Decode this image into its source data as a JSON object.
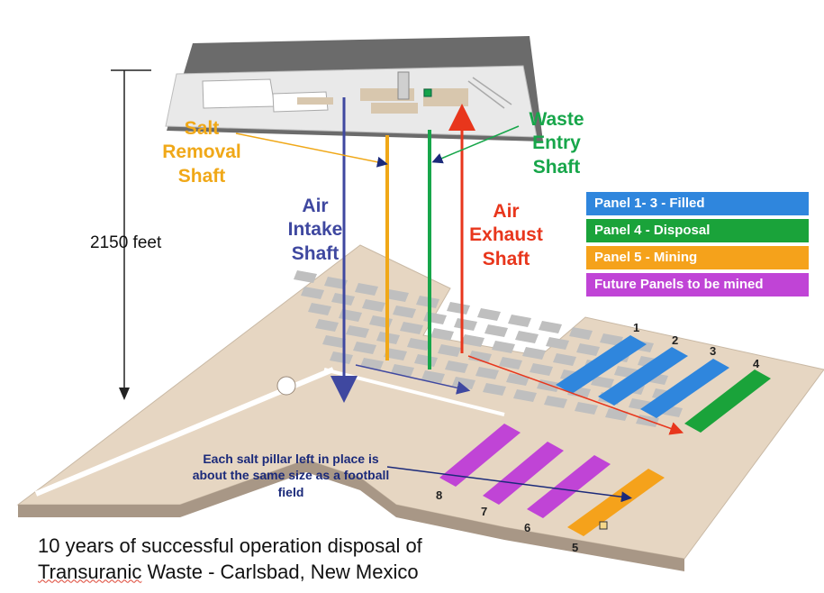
{
  "shafts": {
    "salt": [
      "Salt",
      "Removal",
      "Shaft"
    ],
    "air_intake": [
      "Air",
      "Intake",
      "Shaft"
    ],
    "waste_entry": [
      "Waste",
      "Entry",
      "Shaft"
    ],
    "air_exhaust": [
      "Air",
      "Exhaust",
      "Shaft"
    ]
  },
  "depth_label": "2150 feet",
  "legend": [
    {
      "label": "Panel 1- 3 - Filled",
      "color": "#2f86dd"
    },
    {
      "label": "Panel 4 - Disposal",
      "color": "#1aa33a"
    },
    {
      "label": "Panel 5 - Mining",
      "color": "#f5a21b"
    },
    {
      "label": "Future Panels to be mined",
      "color": "#c044d6"
    }
  ],
  "panel_numbers": [
    "1",
    "2",
    "3",
    "4",
    "5",
    "6",
    "7",
    "8"
  ],
  "note": "Each salt pillar left in place is about the same size as a football field",
  "caption": {
    "line1": "10 years of successful operation disposal of",
    "line2_word": "Transuranic",
    "line2_rest": " Waste -  Carlsbad, New Mexico"
  },
  "colors": {
    "salt": "#f0a818",
    "air_intake": "#3f48a0",
    "waste_entry": "#17a64a",
    "air_exhaust": "#e8361c",
    "floor": "#e6d6c2",
    "pillar": "#bfbfbf"
  }
}
